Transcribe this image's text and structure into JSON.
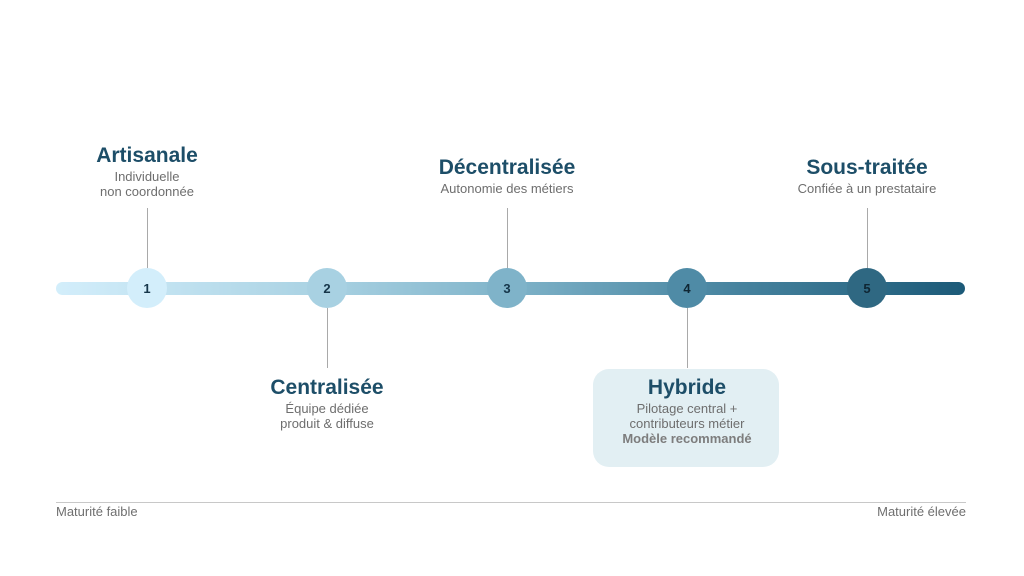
{
  "stages": [
    {
      "number": "1",
      "title": "Artisanale",
      "subtitle_lines": [
        "Individuelle",
        "non coordonnée"
      ],
      "note": "",
      "position": "above",
      "highlighted": false,
      "node_color": "#d3eefb",
      "text_color": "#16364a"
    },
    {
      "number": "2",
      "title": "Centralisée",
      "subtitle_lines": [
        "Équipe dédiée",
        "produit & diffuse"
      ],
      "note": "",
      "position": "below",
      "highlighted": false,
      "node_color": "#a8d1e2",
      "text_color": "#16364a"
    },
    {
      "number": "3",
      "title": "Décentralisée",
      "subtitle_lines": [
        "Autonomie des métiers"
      ],
      "note": "",
      "position": "above",
      "highlighted": false,
      "node_color": "#7fb3c9",
      "text_color": "#16364a"
    },
    {
      "number": "4",
      "title": "Hybride",
      "subtitle_lines": [
        "Pilotage central +",
        "contributeurs métier"
      ],
      "note": "Modèle recommandé",
      "position": "below",
      "highlighted": true,
      "node_color": "#4f8ba6",
      "text_color": "#0f2633"
    },
    {
      "number": "5",
      "title": "Sous-traitée",
      "subtitle_lines": [
        "Confiée à un prestataire"
      ],
      "note": "",
      "position": "above",
      "highlighted": false,
      "node_color": "#2f6882",
      "text_color": "#0f2633"
    }
  ],
  "axis": {
    "left_label": "Maturité faible",
    "right_label": "Maturité élevée"
  },
  "colors": {
    "title": "#1d4e68",
    "subtitle": "#6e6e6e",
    "highlight_background": "#e2eff3",
    "track_start": "#d3eefb",
    "track_end": "#1c5a78"
  }
}
